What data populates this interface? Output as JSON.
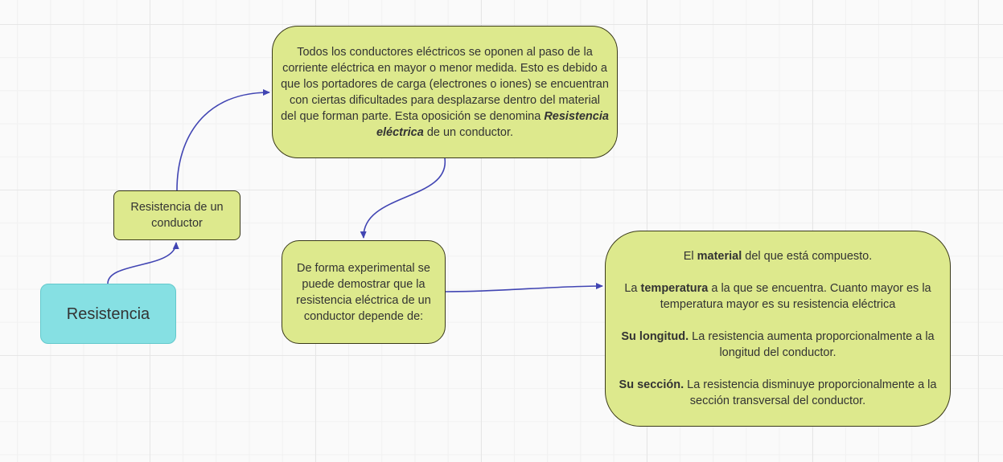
{
  "nodes": {
    "root": {
      "label": "Resistencia"
    },
    "resistencia_conductor": {
      "label_line1": "Resistencia de un",
      "label_line2": "conductor"
    },
    "definicion": {
      "text_before": "Todos los conductores eléctricos se oponen al paso de la corriente eléctrica en mayor o menor medida. Esto es debido a que los portadores de carga (electrones o iones) se encuentran con ciertas dificultades para desplazarse dentro del material del que forman parte. Esta oposición se denomina ",
      "bold_italic": "Resistencia eléctrica",
      "text_after": " de un conductor."
    },
    "experimental": {
      "text": "De forma experimental se puede demostrar que la resistencia eléctrica de un conductor depende de:"
    },
    "factores": {
      "material": {
        "prefix": "El ",
        "bold": "material",
        "suffix": " del que está compuesto."
      },
      "temperatura": {
        "prefix": "La ",
        "bold": "temperatura",
        "suffix": " a la que se encuentra. Cuanto mayor es la temperatura mayor es su resistencia eléctrica"
      },
      "longitud": {
        "bold": "Su longitud.",
        "suffix": " La resistencia aumenta proporcionalmente a la longitud del conductor."
      },
      "seccion": {
        "bold": "Su sección.",
        "suffix": " La resistencia disminuye proporcionalmente a la sección transversal del conductor."
      }
    }
  },
  "colors": {
    "root_fill": "#86e0e3",
    "node_fill": "#dde98d",
    "edge": "#4145b3"
  }
}
